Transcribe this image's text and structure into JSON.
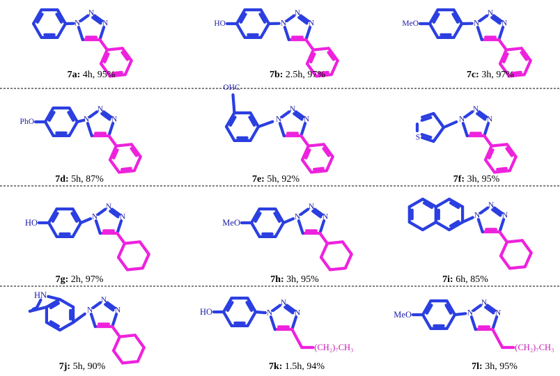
{
  "atoms": {
    "n": "N",
    "s": "S",
    "hn": "HN"
  },
  "groups": {
    "ho": "HO",
    "meo": "MeO",
    "pho": "PhO",
    "ohc": "OHC",
    "octyl": "(CH₂)₇CH₃"
  },
  "colors": {
    "aryl": "#2b3fe0",
    "alkyne": "#ee22dd",
    "atom_label": "#1a1aa8",
    "chain_label": "#c41ab5"
  },
  "compounds": [
    {
      "id": "7a",
      "aryl": "phenyl",
      "alkyne": "phenyl",
      "time": "4h",
      "yield": "95%"
    },
    {
      "id": "7b",
      "aryl": "4-hydroxyphenyl",
      "alkyne": "phenyl",
      "time": "2.5h",
      "yield": "97%"
    },
    {
      "id": "7c",
      "aryl": "4-methoxyphenyl",
      "alkyne": "phenyl",
      "time": "3h",
      "yield": "97%"
    },
    {
      "id": "7d",
      "aryl": "4-phenoxyphenyl",
      "alkyne": "phenyl",
      "time": "5h",
      "yield": "87%"
    },
    {
      "id": "7e",
      "aryl": "3-formylphenyl",
      "alkyne": "phenyl",
      "time": "5h",
      "yield": "92%"
    },
    {
      "id": "7f",
      "aryl": "3-thienyl",
      "alkyne": "phenyl",
      "time": "3h",
      "yield": "95%"
    },
    {
      "id": "7g",
      "aryl": "4-hydroxyphenyl",
      "alkyne": "cyclohexyl",
      "time": "2h",
      "yield": "97%"
    },
    {
      "id": "7h",
      "aryl": "4-methoxyphenyl",
      "alkyne": "cyclohexyl",
      "time": "3h",
      "yield": "95%"
    },
    {
      "id": "7i",
      "aryl": "2-naphthyl",
      "alkyne": "cyclohexyl",
      "time": "6h",
      "yield": "85%"
    },
    {
      "id": "7j",
      "aryl": "indol-5-yl",
      "alkyne": "cyclohexyl",
      "time": "5h",
      "yield": "90%"
    },
    {
      "id": "7k",
      "aryl": "4-hydroxyphenyl",
      "alkyne": "n-octyl",
      "time": "1.5h",
      "yield": "94%"
    },
    {
      "id": "7l",
      "aryl": "4-methoxyphenyl",
      "alkyne": "n-octyl",
      "time": "3h",
      "yield": "95%"
    }
  ]
}
